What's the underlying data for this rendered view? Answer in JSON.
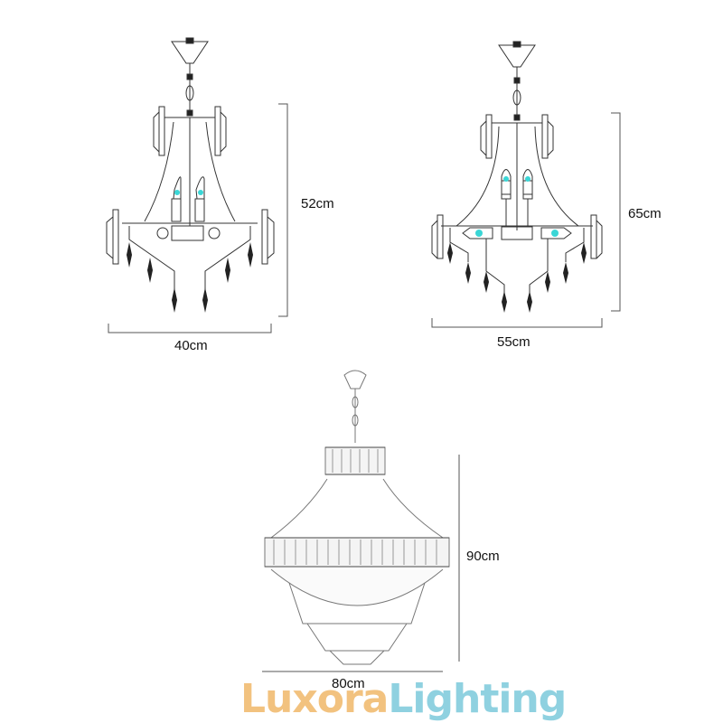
{
  "figures": [
    {
      "name": "chandelier-small",
      "width_label": "40cm",
      "height_label": "52cm"
    },
    {
      "name": "chandelier-medium",
      "width_label": "55cm",
      "height_label": "65cm"
    },
    {
      "name": "chandelier-large-crystal",
      "width_label": "80cm",
      "height_label": "90cm"
    }
  ],
  "brand": {
    "part1": "Luxora",
    "part2": "Lighting",
    "color1": "#f2c27f",
    "color2": "#8fd1e0"
  },
  "colors": {
    "line": "#333333",
    "dim_line": "#555555",
    "bulb": "#3ad6d6"
  }
}
